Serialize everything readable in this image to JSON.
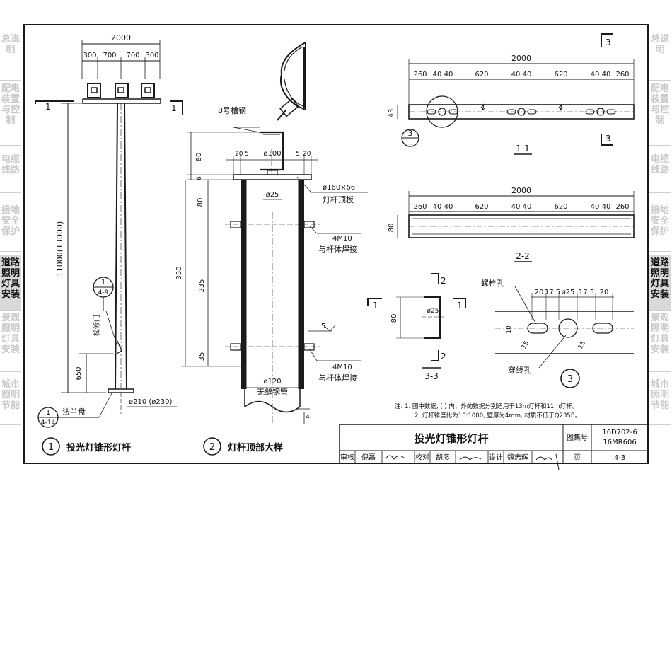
{
  "side_tabs": [
    {
      "label": "总说明",
      "active": false
    },
    {
      "label": "配电装置与控制",
      "active": false
    },
    {
      "label": "电缆线路",
      "active": false
    },
    {
      "label": "接地安全保护",
      "active": false
    },
    {
      "label": "道路照明灯具安装",
      "active": true
    },
    {
      "label": "景观照明灯具安装",
      "active": false
    },
    {
      "label": "城市照明节能",
      "active": false
    }
  ],
  "drawing1": {
    "caption_num": "1",
    "caption": "投光灯锥形灯杆",
    "dim_total": "2000",
    "dim_300_left": "300",
    "dim_700_left": "700",
    "dim_700_right": "700",
    "dim_300_right": "300",
    "section_left": "1",
    "section_right": "1",
    "height": "11000(13000)",
    "door_label": "检修门",
    "door_ref_top": "1",
    "door_ref_bottom": "4-9",
    "dim_650": "650",
    "flange_label": "法兰盘",
    "flange_ref_top": "1",
    "flange_ref_bottom": "4-14",
    "base_dia": "ø210 (ø230)"
  },
  "drawing2": {
    "caption_num": "2",
    "caption": "灯杆顶部大样",
    "channel": "8号槽钢",
    "d20a": "20",
    "d5a": "5",
    "d100": "ø100",
    "d5b": "5",
    "d20b": "20",
    "dim_80_top": "80",
    "dim_6": "6",
    "dim_80_mid": "80",
    "d25": "ø25",
    "top_plate_spec": "ø160×δ6",
    "top_plate": "灯杆顶板",
    "dim_350": "350",
    "dim_235": "235",
    "dim_35": "35",
    "bolt1": "4M10",
    "bolt1_note": "与杆体焊接",
    "weld": "5",
    "bolt2": "4M10",
    "bolt2_note": "与杆体焊接",
    "d120": "ø120",
    "pipe": "无缝钢管",
    "dim_4": "4"
  },
  "section_11": {
    "title": "1-1",
    "total": "2000",
    "dims": [
      "260",
      "40",
      "40",
      "620",
      "40",
      "40",
      "620",
      "40",
      "40",
      "260"
    ],
    "height": "43",
    "marker": "3",
    "ref_top": "3",
    "ref_bottom": "—"
  },
  "section_22": {
    "title": "2-2",
    "total": "2000",
    "dims": [
      "260",
      "40",
      "40",
      "620",
      "40",
      "40",
      "620",
      "40",
      "40",
      "260"
    ],
    "height": "80"
  },
  "section_33": {
    "title": "3-3",
    "marker_top": "2",
    "marker_bottom": "2",
    "marker_left": "1",
    "marker_right": "1",
    "hole": "ø25",
    "height": "80"
  },
  "detail3": {
    "num": "3",
    "bolt_hole": "螺栓孔",
    "dims": [
      "20",
      "17.5",
      "ø25",
      "17.5",
      "20"
    ],
    "d10": "10",
    "d15a": "15",
    "d15b": "15",
    "wire_hole": "穿线孔"
  },
  "notes": {
    "line1": "注: 1. 图中数据, ( ) 内、外的数据分别适用于13m灯杆和11m灯杆。",
    "line2": "2. 灯杆锥度比为10:1000, 壁厚为4mm, 材质不低于Q235B。"
  },
  "title_block": {
    "title": "投光灯锥形灯杆",
    "atlas_label": "图集号",
    "atlas_no1": "16D702-6",
    "atlas_no2": "16MR606",
    "review": "审核",
    "reviewer": "倪磊",
    "check": "校对",
    "checker": "胡彦",
    "design": "设计",
    "designer": "魏志辉",
    "page_label": "页",
    "page": "4-3"
  },
  "colors": {
    "line": "#1a1a1a",
    "tab_active_bg": "#d9d9d9",
    "tab_inactive": "#c9c9c9"
  }
}
